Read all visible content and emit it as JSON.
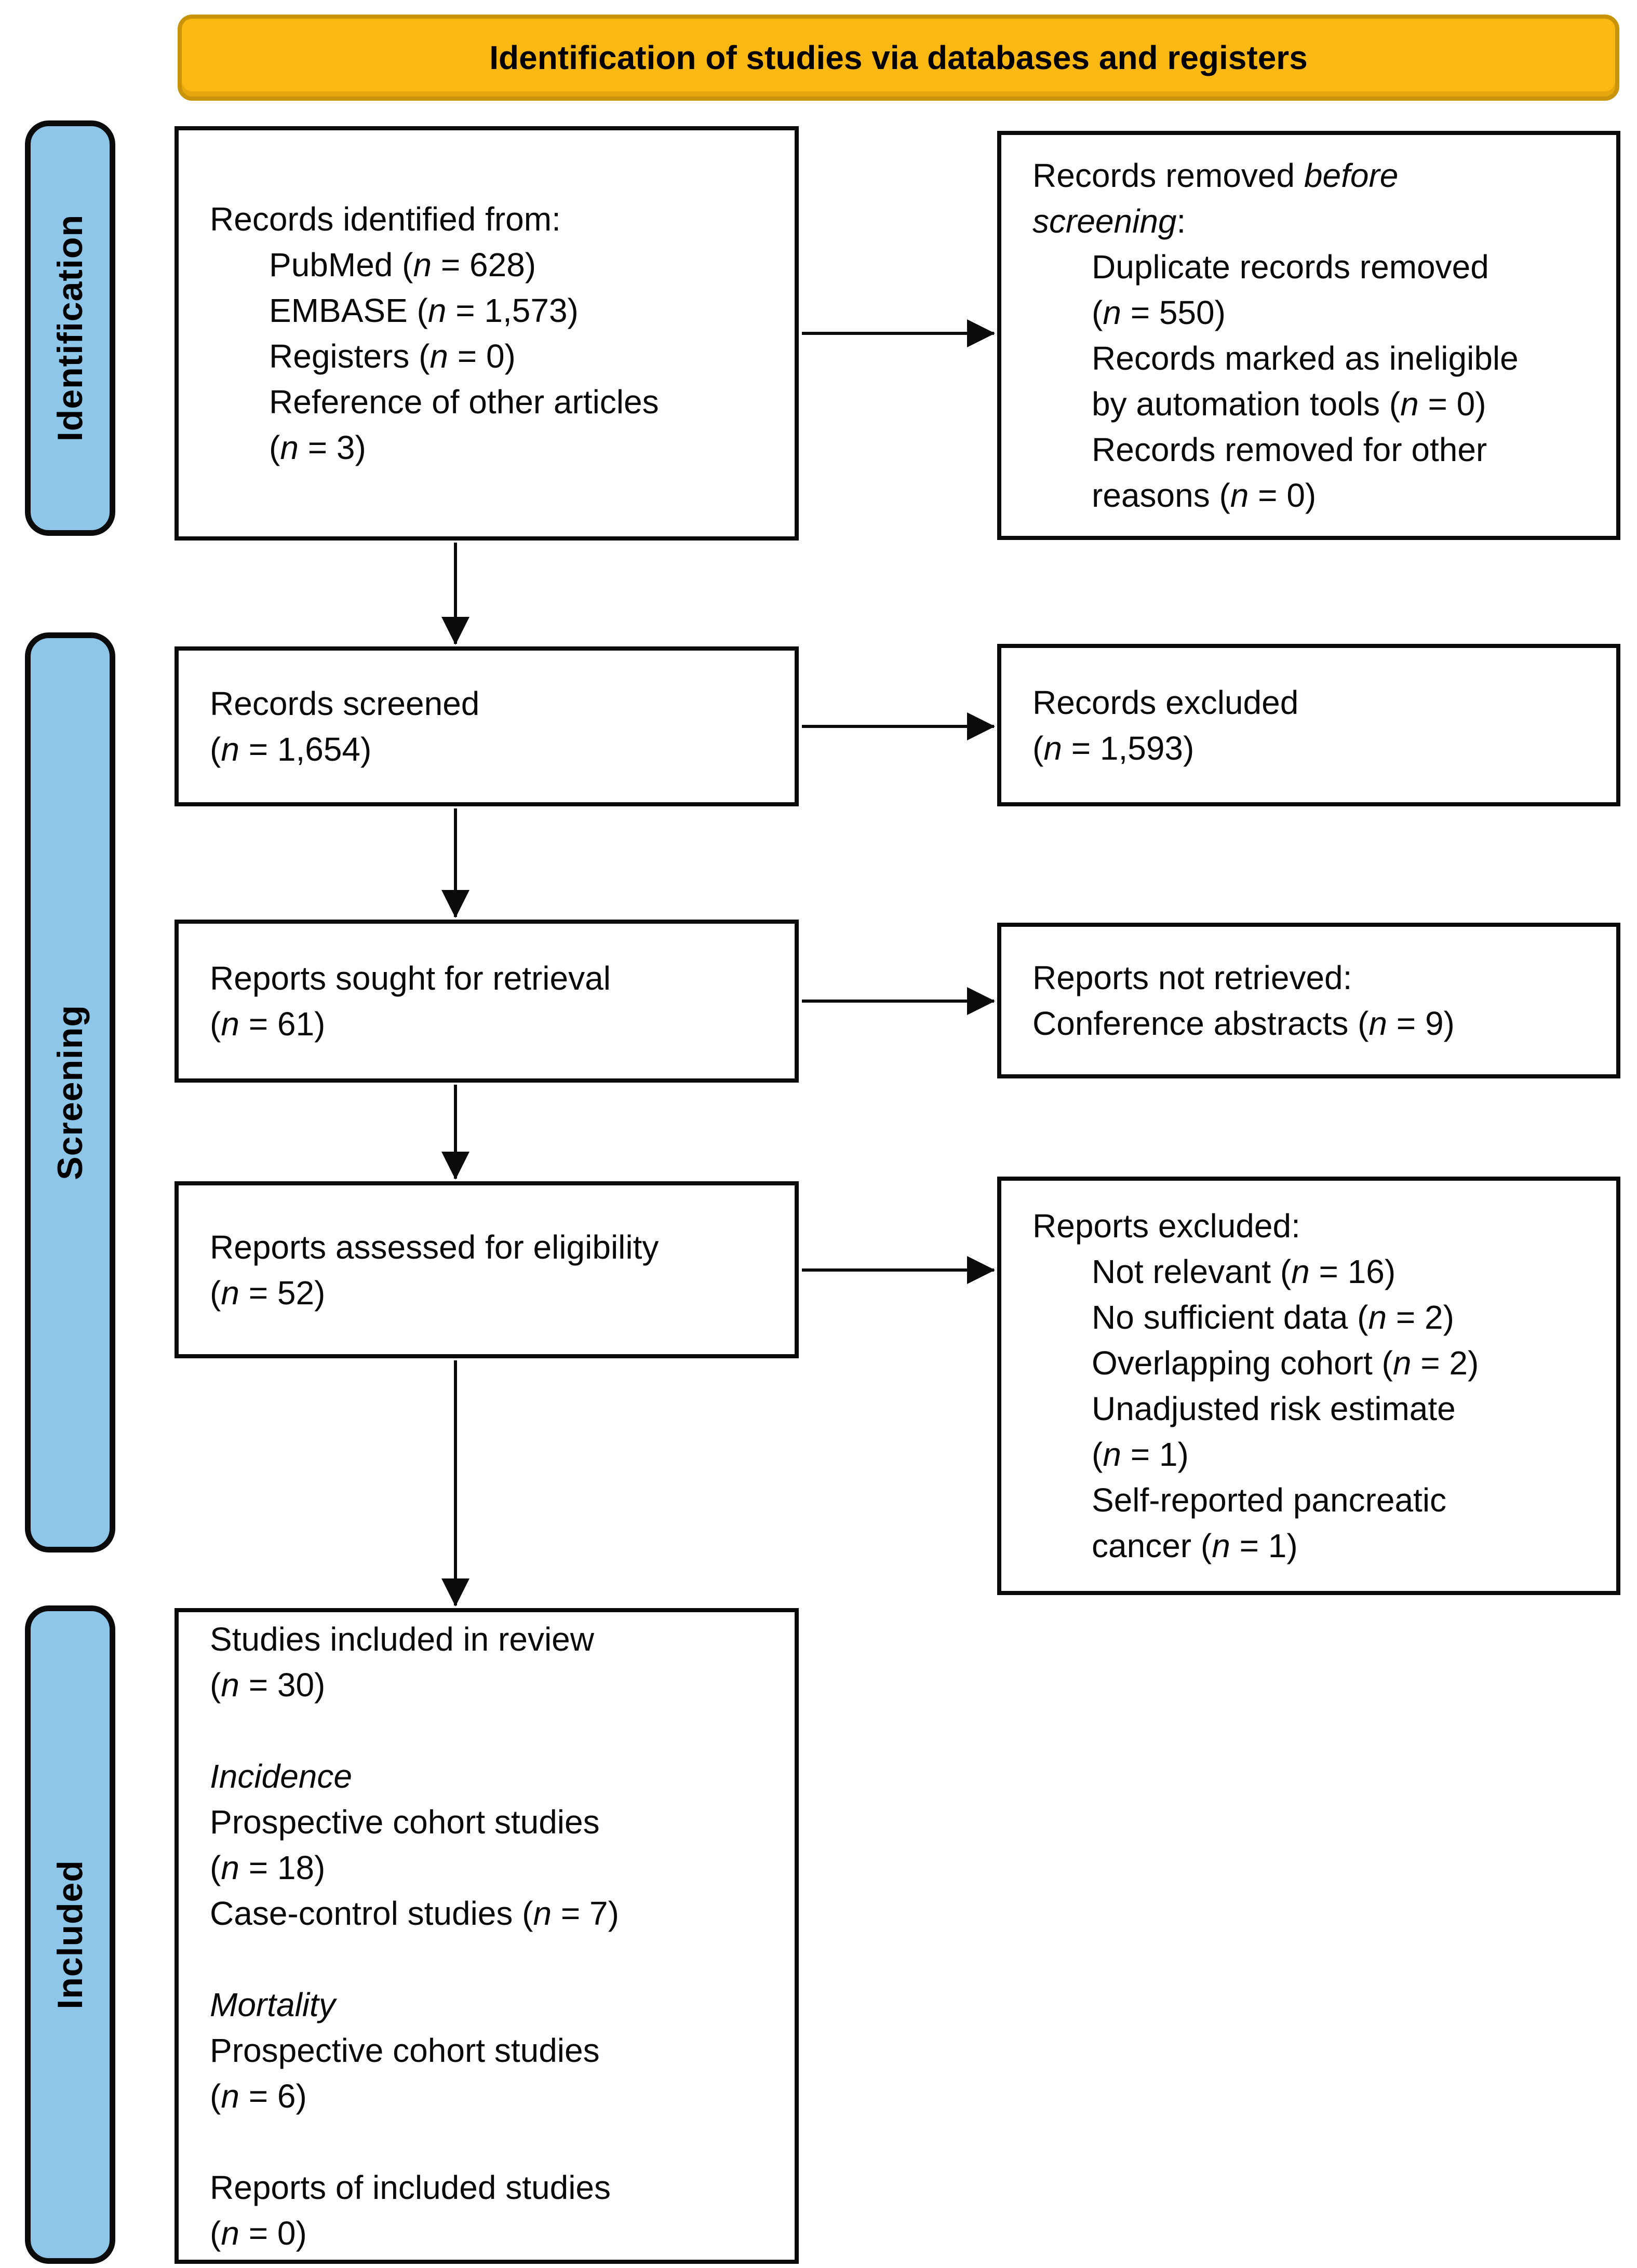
{
  "banner": {
    "label": "Identification of studies via databases and registers"
  },
  "sidebar": {
    "identification": "Identification",
    "screening": "Screening",
    "included": "Included"
  },
  "boxes": {
    "identified": {
      "lines": [
        {
          "seg": [
            {
              "t": "Records identified from:"
            }
          ]
        },
        {
          "ind": 1,
          "seg": [
            {
              "t": "PubMed ("
            },
            {
              "t": "n",
              "i": true
            },
            {
              "t": " = 628)"
            }
          ]
        },
        {
          "ind": 1,
          "seg": [
            {
              "t": "EMBASE ("
            },
            {
              "t": "n",
              "i": true
            },
            {
              "t": " = 1,573)"
            }
          ]
        },
        {
          "ind": 1,
          "seg": [
            {
              "t": "Registers ("
            },
            {
              "t": "n",
              "i": true
            },
            {
              "t": " = 0)"
            }
          ]
        },
        {
          "ind": 1,
          "seg": [
            {
              "t": "Reference of other articles"
            }
          ]
        },
        {
          "ind": 1,
          "seg": [
            {
              "t": "("
            },
            {
              "t": "n",
              "i": true
            },
            {
              "t": " = 3)"
            }
          ]
        }
      ]
    },
    "removed": {
      "lines": [
        {
          "seg": [
            {
              "t": "Records removed "
            },
            {
              "t": "before",
              "i": true
            }
          ]
        },
        {
          "seg": [
            {
              "t": "screening",
              "i": true
            },
            {
              "t": ":"
            }
          ]
        },
        {
          "ind": 1,
          "seg": [
            {
              "t": "Duplicate records removed"
            }
          ]
        },
        {
          "ind": 1,
          "seg": [
            {
              "t": "("
            },
            {
              "t": "n",
              "i": true
            },
            {
              "t": " = 550)"
            }
          ]
        },
        {
          "ind": 1,
          "seg": [
            {
              "t": "Records marked as ineligible"
            }
          ]
        },
        {
          "ind": 1,
          "seg": [
            {
              "t": "by automation tools ("
            },
            {
              "t": "n",
              "i": true
            },
            {
              "t": " = 0)"
            }
          ]
        },
        {
          "ind": 1,
          "seg": [
            {
              "t": "Records removed for other"
            }
          ]
        },
        {
          "ind": 1,
          "seg": [
            {
              "t": "reasons ("
            },
            {
              "t": "n",
              "i": true
            },
            {
              "t": " = 0)"
            }
          ]
        }
      ]
    },
    "screened": {
      "lines": [
        {
          "seg": [
            {
              "t": "Records screened"
            }
          ]
        },
        {
          "seg": [
            {
              "t": "("
            },
            {
              "t": "n",
              "i": true
            },
            {
              "t": " = 1,654)"
            }
          ]
        }
      ]
    },
    "excluded_records": {
      "lines": [
        {
          "seg": [
            {
              "t": "Records excluded"
            }
          ]
        },
        {
          "seg": [
            {
              "t": "("
            },
            {
              "t": "n",
              "i": true
            },
            {
              "t": " = 1,593)"
            }
          ]
        }
      ]
    },
    "sought": {
      "lines": [
        {
          "seg": [
            {
              "t": "Reports sought for retrieval"
            }
          ]
        },
        {
          "seg": [
            {
              "t": "("
            },
            {
              "t": "n",
              "i": true
            },
            {
              "t": " = 61)"
            }
          ]
        }
      ]
    },
    "not_retrieved": {
      "lines": [
        {
          "seg": [
            {
              "t": "Reports not retrieved:"
            }
          ]
        },
        {
          "seg": [
            {
              "t": "Conference abstracts ("
            },
            {
              "t": "n",
              "i": true
            },
            {
              "t": " = 9)"
            }
          ]
        }
      ]
    },
    "assessed": {
      "lines": [
        {
          "seg": [
            {
              "t": "Reports assessed for eligibility"
            }
          ]
        },
        {
          "seg": [
            {
              "t": "("
            },
            {
              "t": "n",
              "i": true
            },
            {
              "t": " = 52)"
            }
          ]
        }
      ]
    },
    "excluded_reports": {
      "lines": [
        {
          "seg": [
            {
              "t": "Reports excluded:"
            }
          ]
        },
        {
          "ind": 1,
          "seg": [
            {
              "t": "Not relevant ("
            },
            {
              "t": "n",
              "i": true
            },
            {
              "t": " = 16)"
            }
          ]
        },
        {
          "ind": 1,
          "seg": [
            {
              "t": "No sufficient data ("
            },
            {
              "t": "n",
              "i": true
            },
            {
              "t": " = 2)"
            }
          ]
        },
        {
          "ind": 1,
          "seg": [
            {
              "t": "Overlapping cohort ("
            },
            {
              "t": "n",
              "i": true
            },
            {
              "t": " = 2)"
            }
          ]
        },
        {
          "ind": 1,
          "seg": [
            {
              "t": "Unadjusted risk estimate"
            }
          ]
        },
        {
          "ind": 1,
          "seg": [
            {
              "t": "("
            },
            {
              "t": "n",
              "i": true
            },
            {
              "t": " = 1)"
            }
          ]
        },
        {
          "ind": 1,
          "seg": [
            {
              "t": "Self-reported pancreatic"
            }
          ]
        },
        {
          "ind": 1,
          "seg": [
            {
              "t": "cancer ("
            },
            {
              "t": "n",
              "i": true
            },
            {
              "t": " = 1)"
            }
          ]
        }
      ]
    },
    "included_studies": {
      "lines": [
        {
          "seg": [
            {
              "t": "Studies included in review"
            }
          ]
        },
        {
          "seg": [
            {
              "t": "("
            },
            {
              "t": "n",
              "i": true
            },
            {
              "t": " = 30)"
            }
          ]
        },
        {
          "blank": true
        },
        {
          "seg": [
            {
              "t": "Incidence",
              "i": true
            }
          ]
        },
        {
          "seg": [
            {
              "t": "Prospective cohort studies"
            }
          ]
        },
        {
          "seg": [
            {
              "t": "("
            },
            {
              "t": "n",
              "i": true
            },
            {
              "t": " = 18)"
            }
          ]
        },
        {
          "seg": [
            {
              "t": "Case-control studies ("
            },
            {
              "t": "n",
              "i": true
            },
            {
              "t": " = 7)"
            }
          ]
        },
        {
          "blank": true
        },
        {
          "seg": [
            {
              "t": "Mortality",
              "i": true
            }
          ]
        },
        {
          "seg": [
            {
              "t": "Prospective cohort studies"
            }
          ]
        },
        {
          "seg": [
            {
              "t": "("
            },
            {
              "t": "n",
              "i": true
            },
            {
              "t": " = 6)"
            }
          ]
        },
        {
          "blank": true
        },
        {
          "seg": [
            {
              "t": "Reports of included studies"
            }
          ]
        },
        {
          "seg": [
            {
              "t": "("
            },
            {
              "t": "n",
              "i": true
            },
            {
              "t": " = 0)"
            }
          ]
        }
      ]
    }
  },
  "colors": {
    "banner_fill": "#FCB812",
    "banner_border": "#C9940A",
    "sidebar_fill": "#8DC6E8",
    "ink": "#0B0B0B"
  }
}
